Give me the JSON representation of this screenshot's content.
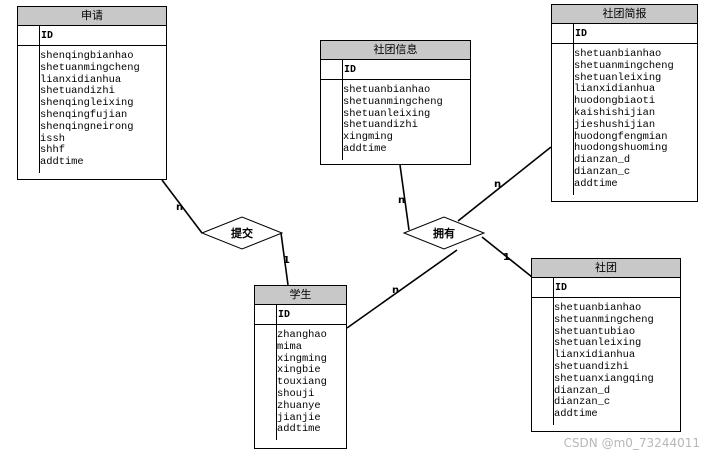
{
  "entities": {
    "shenqing": {
      "title": "申请",
      "pk": "ID",
      "attrs": [
        "shenqingbianhao",
        "shetuanmingcheng",
        "lianxidianhua",
        "shetuandizhi",
        "shenqingleixing",
        "shenqingfujian",
        "shenqingneirong",
        "issh",
        "shhf",
        "addtime"
      ]
    },
    "xinxi": {
      "title": "社团信息",
      "pk": "ID",
      "attrs": [
        "shetuanbianhao",
        "shetuanmingcheng",
        "shetuanleixing",
        "shetuandizhi",
        "xingming",
        "addtime"
      ]
    },
    "jianbao": {
      "title": "社团简报",
      "pk": "ID",
      "attrs": [
        "shetuanbianhao",
        "shetuanmingcheng",
        "shetuanleixing",
        "lianxidianhua",
        "huodongbiaoti",
        "kaishishijian",
        "jieshushijian",
        "huodongfengmian",
        "huodongshuoming",
        "dianzan_d",
        "dianzan_c",
        "addtime"
      ]
    },
    "xuesheng": {
      "title": "学生",
      "pk": "ID",
      "attrs": [
        "zhanghao",
        "mima",
        "xingming",
        "xingbie",
        "touxiang",
        "shouji",
        "zhuanye",
        "jianjie",
        "addtime"
      ]
    },
    "shetuan": {
      "title": "社团",
      "pk": "ID",
      "attrs": [
        "shetuanbianhao",
        "shetuanmingcheng",
        "shetuantubiao",
        "shetuanleixing",
        "lianxidianhua",
        "shetuandizhi",
        "shetuanxiangqing",
        "dianzan_d",
        "dianzan_c",
        "addtime"
      ]
    }
  },
  "relations": {
    "tijiao": {
      "label": "提交",
      "card_a": "n",
      "card_b": "1"
    },
    "yongyou": {
      "label": "拥有",
      "card_xinxi": "n",
      "card_jianbao": "n",
      "card_xuesheng": "n",
      "card_shetuan": "1"
    }
  },
  "watermark": "CSDN @m0_73244011"
}
